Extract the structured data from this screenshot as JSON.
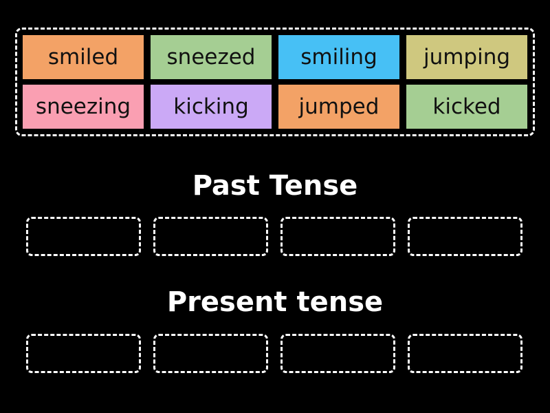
{
  "page": {
    "background_color": "#000000",
    "dash_color": "#FFFFFF",
    "tile_text_color": "#111111"
  },
  "word_bank": {
    "tiles": [
      {
        "label": "smiled",
        "color": "#F3A266"
      },
      {
        "label": "sneezed",
        "color": "#A5CE93"
      },
      {
        "label": "smiling",
        "color": "#47C0F5"
      },
      {
        "label": "jumping",
        "color": "#CFC87F"
      },
      {
        "label": "sneezing",
        "color": "#FA9FB2"
      },
      {
        "label": "kicking",
        "color": "#CBA9F6"
      },
      {
        "label": "jumped",
        "color": "#F3A266"
      },
      {
        "label": "kicked",
        "color": "#A5CE93"
      }
    ]
  },
  "groups": [
    {
      "title": "Past Tense",
      "slot_count": 4
    },
    {
      "title": "Present tense",
      "slot_count": 4
    }
  ]
}
